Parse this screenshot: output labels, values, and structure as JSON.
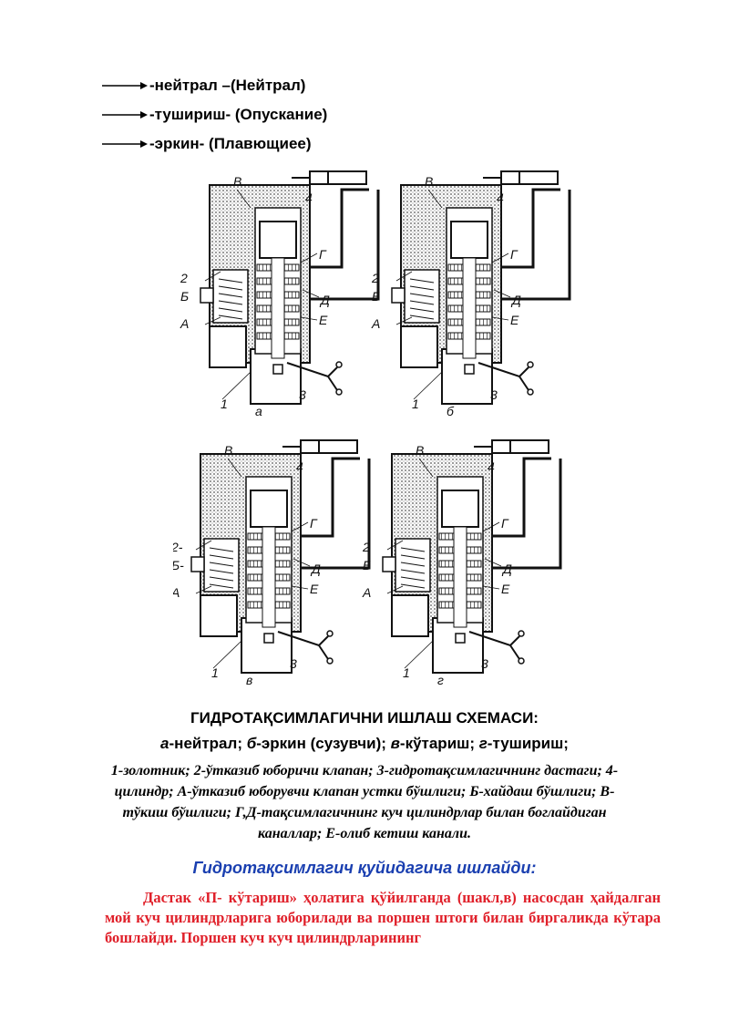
{
  "legend": [
    {
      "text": "-нейтрал –(Нейтрал)"
    },
    {
      "text": "-тушириш- (Опускание)"
    },
    {
      "text": "-эркин- (Плавющиее)"
    }
  ],
  "figure": {
    "panels": [
      {
        "id": "a",
        "caption": "а",
        "labels": {
          "B": "В",
          "G": "Г",
          "D": "Д",
          "E": "Е",
          "A": "А",
          "Bb": "Б",
          "n1": "1",
          "n2": "2",
          "n3": "3",
          "n4": "4"
        }
      },
      {
        "id": "b",
        "caption": "б",
        "labels": {
          "B": "В",
          "G": "Г",
          "D": "Д",
          "E": "Е",
          "A": "А",
          "Bb": "Б",
          "n1": "1",
          "n2": "2",
          "n3": "3",
          "n4": "4"
        }
      },
      {
        "id": "v",
        "caption": "в",
        "labels": {
          "B": "В",
          "G": "Г",
          "D": "Д",
          "E": "Е",
          "A": "А",
          "Bb": "Б-",
          "n1": "1",
          "n2": "2-",
          "n3": "3",
          "n4": "4"
        }
      },
      {
        "id": "g",
        "caption": "г",
        "labels": {
          "B": "В",
          "G": "Г",
          "D": "Д",
          "E": "Е",
          "A": "А",
          "Bb": "Б",
          "n1": "1",
          "n2": "2",
          "n3": "3",
          "n4": "4"
        }
      }
    ]
  },
  "caption": {
    "title": "ГИДРОТАҚСИМЛАГИЧНИ ИШЛАШ СХЕМАСИ:",
    "modes": [
      {
        "letter": "а",
        "text": "-нейтрал; "
      },
      {
        "letter": "б",
        "text": "-эркин (сузувчи); "
      },
      {
        "letter": "в",
        "text": "-кўтариш; "
      },
      {
        "letter": "г",
        "text": "-тушириш;"
      }
    ],
    "legend_text": "1-золотник; 2-ўтказиб юборичи клапан; 3-гидротақсимлагичнинг дастаги; 4-цилиндр; А-ўтказиб юборувчи клапан устки бўшлиги; Б-хайдаш бўшлиги; В-тўкиш бўшлиги; Г,Д-тақсимлагичнинг куч цилиндрлар билан боглайдиган каналлар; Е-олиб кетиш канали."
  },
  "section_heading": "Гидротақсимлагич қуйидагича ишлайди:",
  "body_text": "Дастак «П- кўтариш» ҳолатига қўйилганда (шакл,в) насосдан ҳайдалган мой куч цилиндрларига юборилади ва поршен штоги билан биргаликда кўтара бошлайди. Поршен куч куч цилиндрларининг"
}
